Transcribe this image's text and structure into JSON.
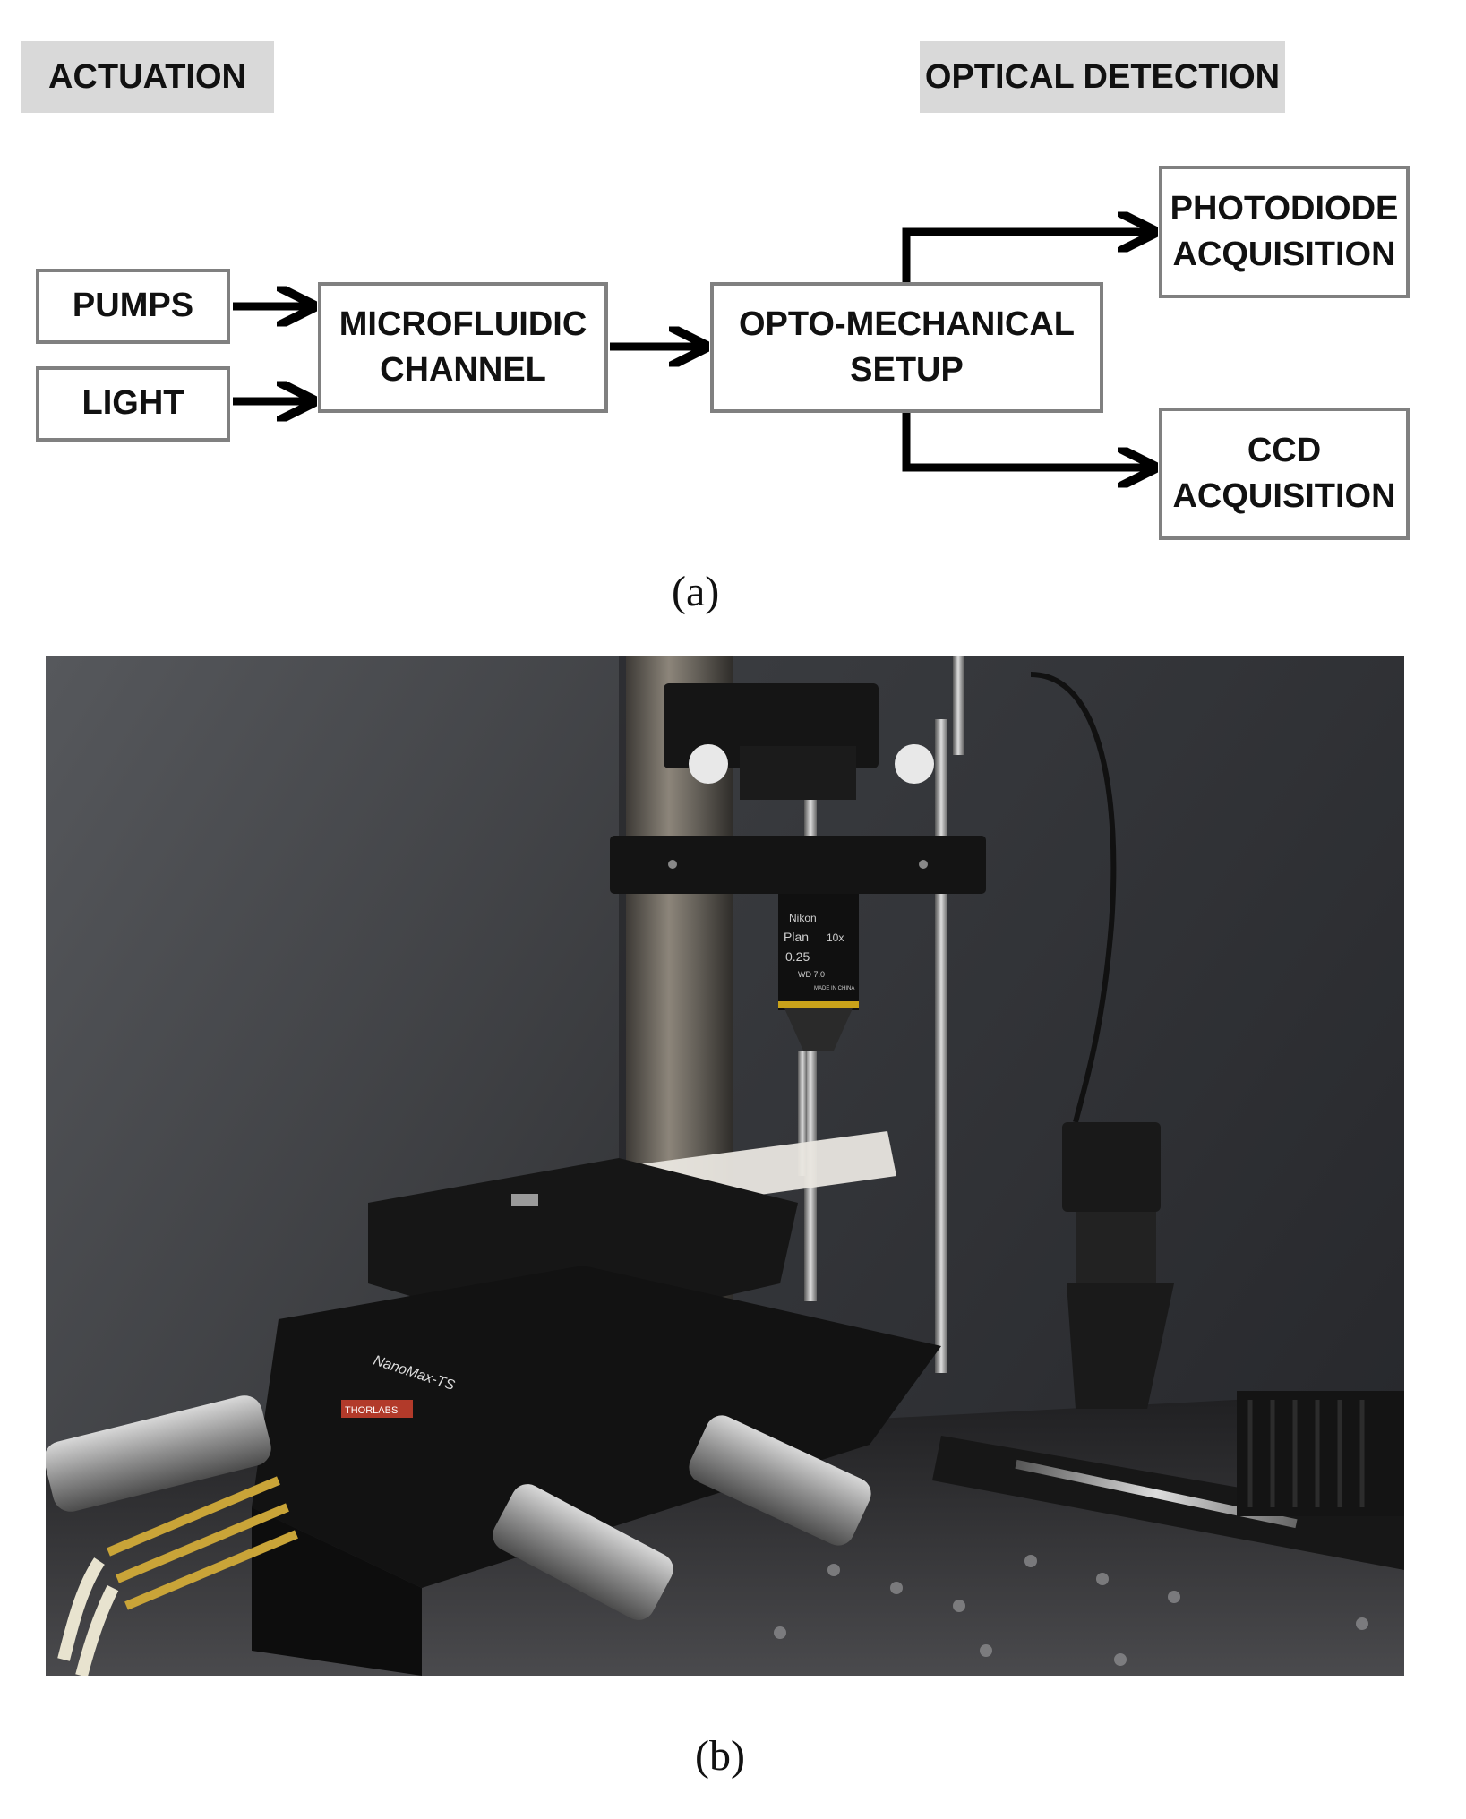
{
  "panel_a": {
    "headers": {
      "actuation": "ACTUATION",
      "optical_detection": "OPTICAL DETECTION"
    },
    "boxes": {
      "pumps": [
        "PUMPS"
      ],
      "light": [
        "LIGHT"
      ],
      "microfluidic": [
        "MICROFLUIDIC",
        "CHANNEL"
      ],
      "opto": [
        "OPTO-MECHANICAL",
        "SETUP"
      ],
      "photodiode": [
        "PHOTODIODE",
        "ACQUISITION"
      ],
      "ccd": [
        "CCD",
        "ACQUISITION"
      ]
    },
    "caption": "(a)"
  },
  "panel_b": {
    "caption": "(b)",
    "photo_labels": {
      "objective_brand": "Nikon",
      "objective_line1": "Plan",
      "objective_mag": "10x",
      "objective_na": "0.25",
      "objective_wd": "WD 7.0",
      "objective_origin": "MADE IN CHINA",
      "stage_label": "NanoMax-TS",
      "brand": "THORLABS"
    }
  },
  "colors": {
    "header_bg": "#d9d9d9",
    "box_border": "#808080",
    "arrow": "#000000"
  }
}
